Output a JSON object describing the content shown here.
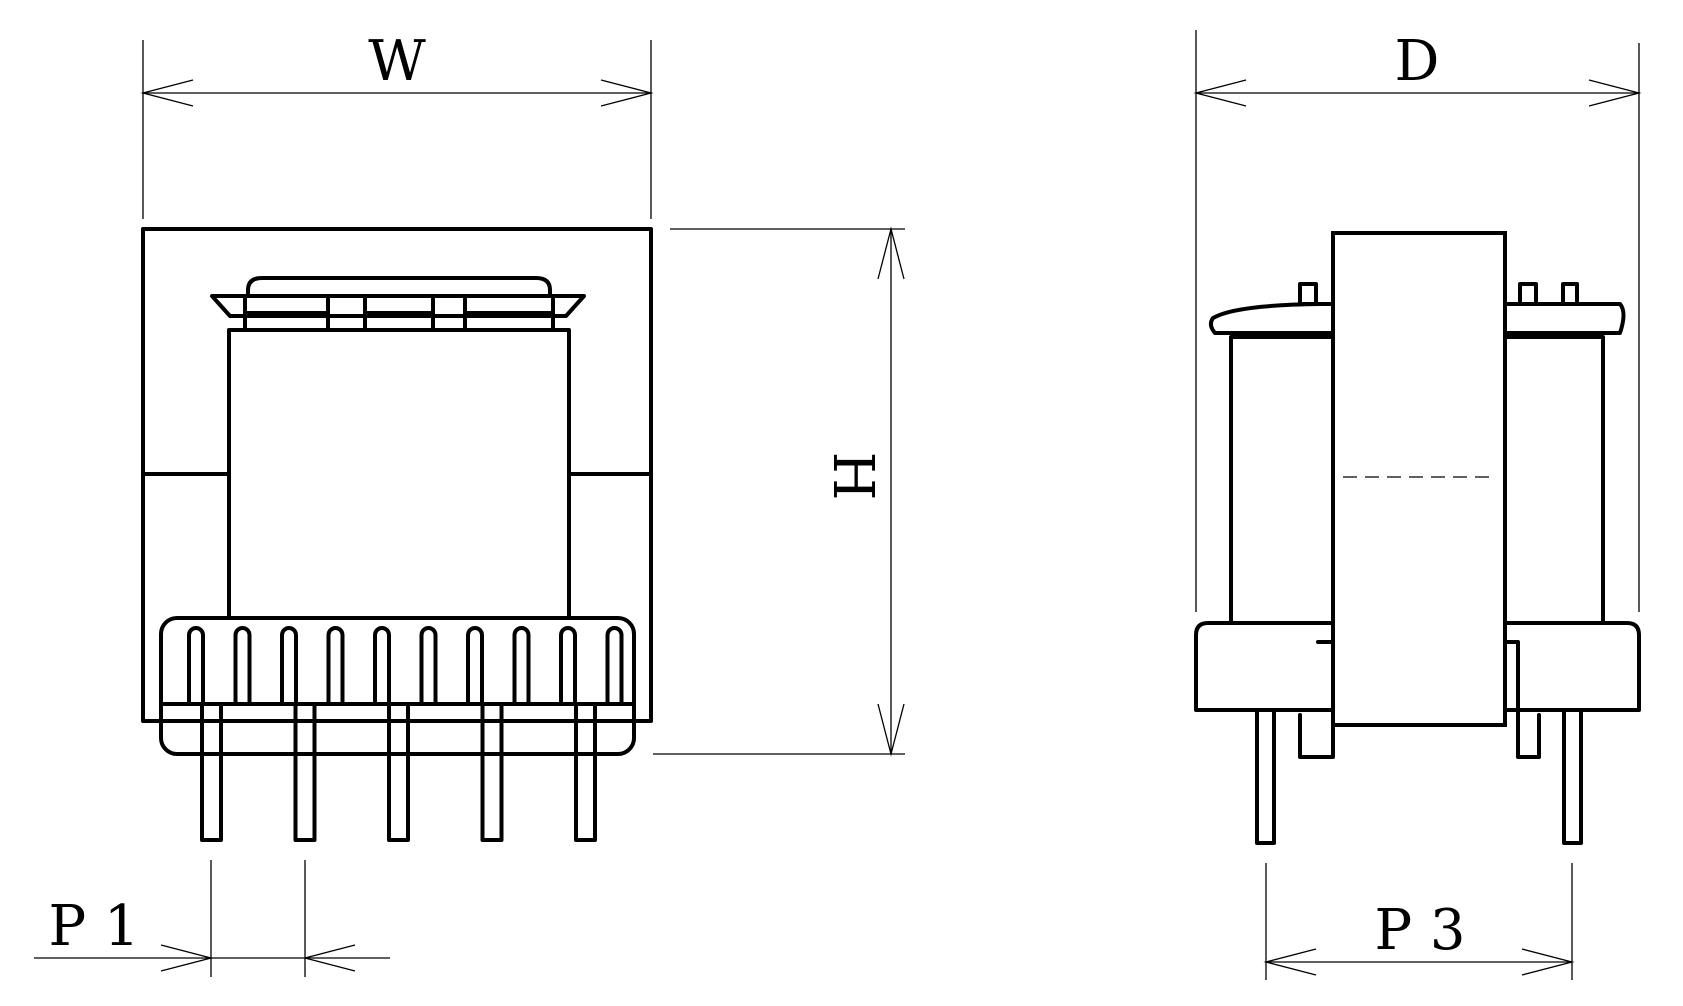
{
  "diagram": {
    "labels": {
      "width": "W",
      "height": "H",
      "depth": "D",
      "pin_pitch_front": "P 1",
      "pin_pitch_side": "P 3"
    },
    "views": {
      "front_pin_count": 5,
      "front_slot_count": 10,
      "side_pin_count": 2
    }
  }
}
